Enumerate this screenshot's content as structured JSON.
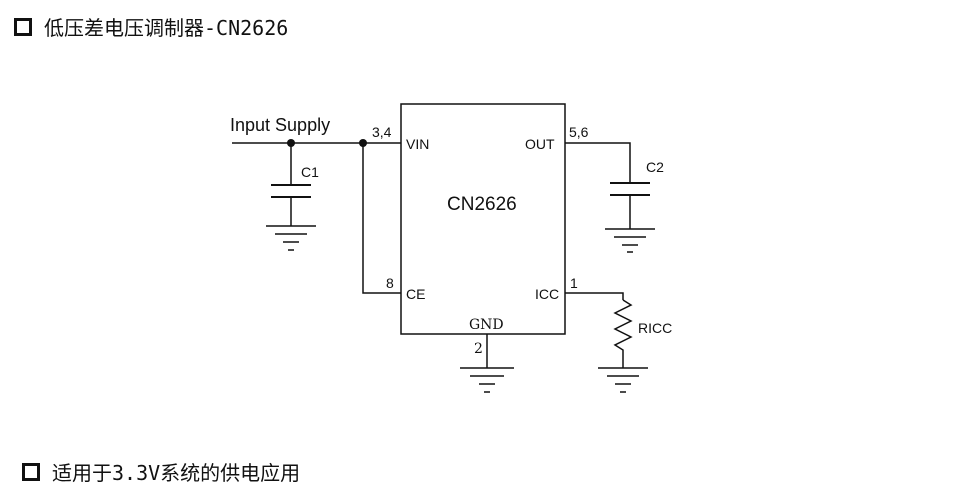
{
  "header": {
    "title": "低压差电压调制器-CN2626"
  },
  "footer": {
    "note": "适用于3.3V系统的供电应用"
  },
  "diagram": {
    "input_label": "Input Supply",
    "chip_name": "CN2626",
    "pins": {
      "vin": {
        "name": "VIN",
        "number": "3,4"
      },
      "out": {
        "name": "OUT",
        "number": "5,6"
      },
      "ce": {
        "name": "CE",
        "number": "8"
      },
      "icc": {
        "name": "ICC",
        "number": "1"
      },
      "gnd": {
        "name": "GND",
        "number": "2"
      }
    },
    "components": {
      "c1": "C1",
      "c2": "C2",
      "ricc": "RICC"
    }
  }
}
